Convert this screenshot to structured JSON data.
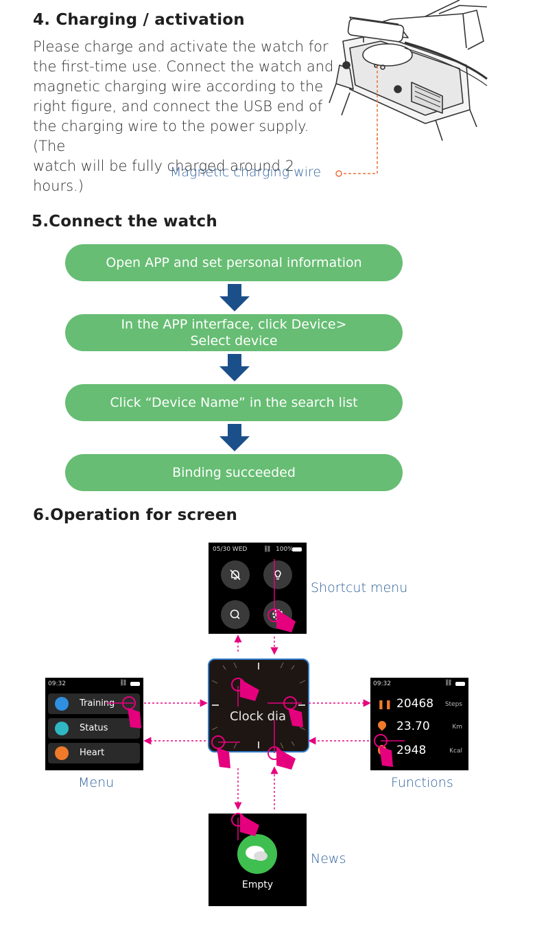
{
  "section4": {
    "heading": "4. Charging / activation",
    "lines": [
      "Please charge and activate the watch for",
      "the first-time use. Connect the watch and",
      "magnetic charging wire according to the",
      "right figure, and connect the USB end of",
      "the charging wire to the power supply. (The",
      "watch will be fully charged around 2 hours.)"
    ],
    "wire_label": "Magnetic charging wire"
  },
  "section5": {
    "heading": "5.Connect the watch",
    "steps": [
      {
        "line1": "Open APP and set personal information",
        "line2": ""
      },
      {
        "line1": "In the APP interface, click Device>",
        "line2": "Select device"
      },
      {
        "line1": "Click “Device Name” in the search list",
        "line2": ""
      },
      {
        "line1": "Binding succeeded",
        "line2": ""
      }
    ]
  },
  "section6": {
    "heading": "6.Operation for screen",
    "shortcut": {
      "date": "05/30 WED",
      "battery": "100%",
      "label": "Shortcut menu"
    },
    "clock": {
      "text": "Clock dia"
    },
    "menu": {
      "time": "09:32",
      "items": [
        {
          "label": "Training",
          "color": "#2f8fe0"
        },
        {
          "label": "Status",
          "color": "#2fb7c4"
        },
        {
          "label": "Heart",
          "color": "#f07a2a"
        }
      ],
      "label": "Menu"
    },
    "functions": {
      "time": "09:32",
      "rows": [
        {
          "value": "20468",
          "unit": "Steps"
        },
        {
          "value": "23.70",
          "unit": "Km"
        },
        {
          "value": "2948",
          "unit": "Kcal"
        }
      ],
      "label": "Functions"
    },
    "news": {
      "text": "Empty",
      "label": "News"
    }
  },
  "colors": {
    "pill": "#66bd73",
    "arrow": "#1b4f8a",
    "accent": "#e5007e",
    "wire": "#e8703a"
  }
}
